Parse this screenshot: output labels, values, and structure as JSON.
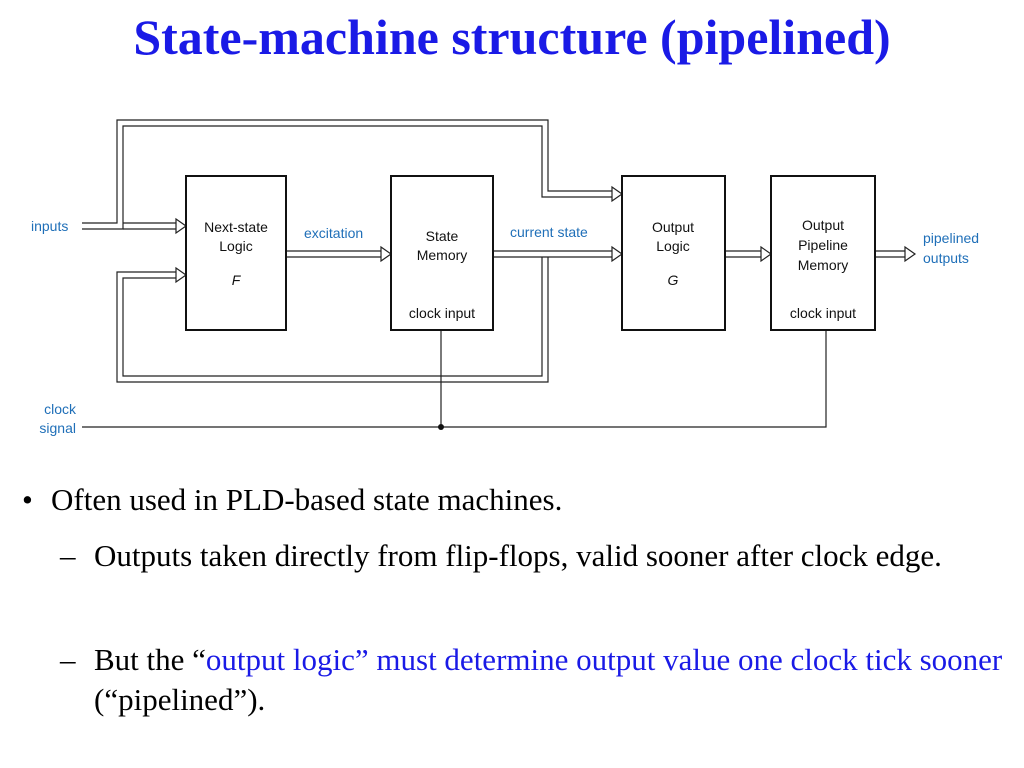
{
  "title": "State-machine structure (pipelined)",
  "diagram": {
    "blocks": {
      "next_state": {
        "line1": "Next-state",
        "line2": "Logic",
        "symbol": "F"
      },
      "state_memory": {
        "line1": "State",
        "line2": "Memory",
        "clock": "clock input"
      },
      "output_logic": {
        "line1": "Output",
        "line2": "Logic",
        "symbol": "G"
      },
      "output_pipeline": {
        "line1": "Output",
        "line2": "Pipeline",
        "line3": "Memory",
        "clock": "clock input"
      }
    },
    "signals": {
      "inputs": "inputs",
      "excitation": "excitation",
      "current_state": "current state",
      "pipelined_line1": "pipelined",
      "pipelined_line2": "outputs",
      "clock_line1": "clock",
      "clock_line2": "signal"
    }
  },
  "bullets": {
    "main": "Often used in PLD-based state machines.",
    "sub1": "Outputs taken directly from flip-flops, valid sooner after clock edge.",
    "sub2_pre": "But the “",
    "sub2_blue": "output logic” must determine output value one clock tick sooner",
    "sub2_post": " (“pipelined”)."
  },
  "colors": {
    "title": "#1a1ae6",
    "signal_label": "#1f6fb8",
    "emphasis": "#1a1ae6"
  }
}
